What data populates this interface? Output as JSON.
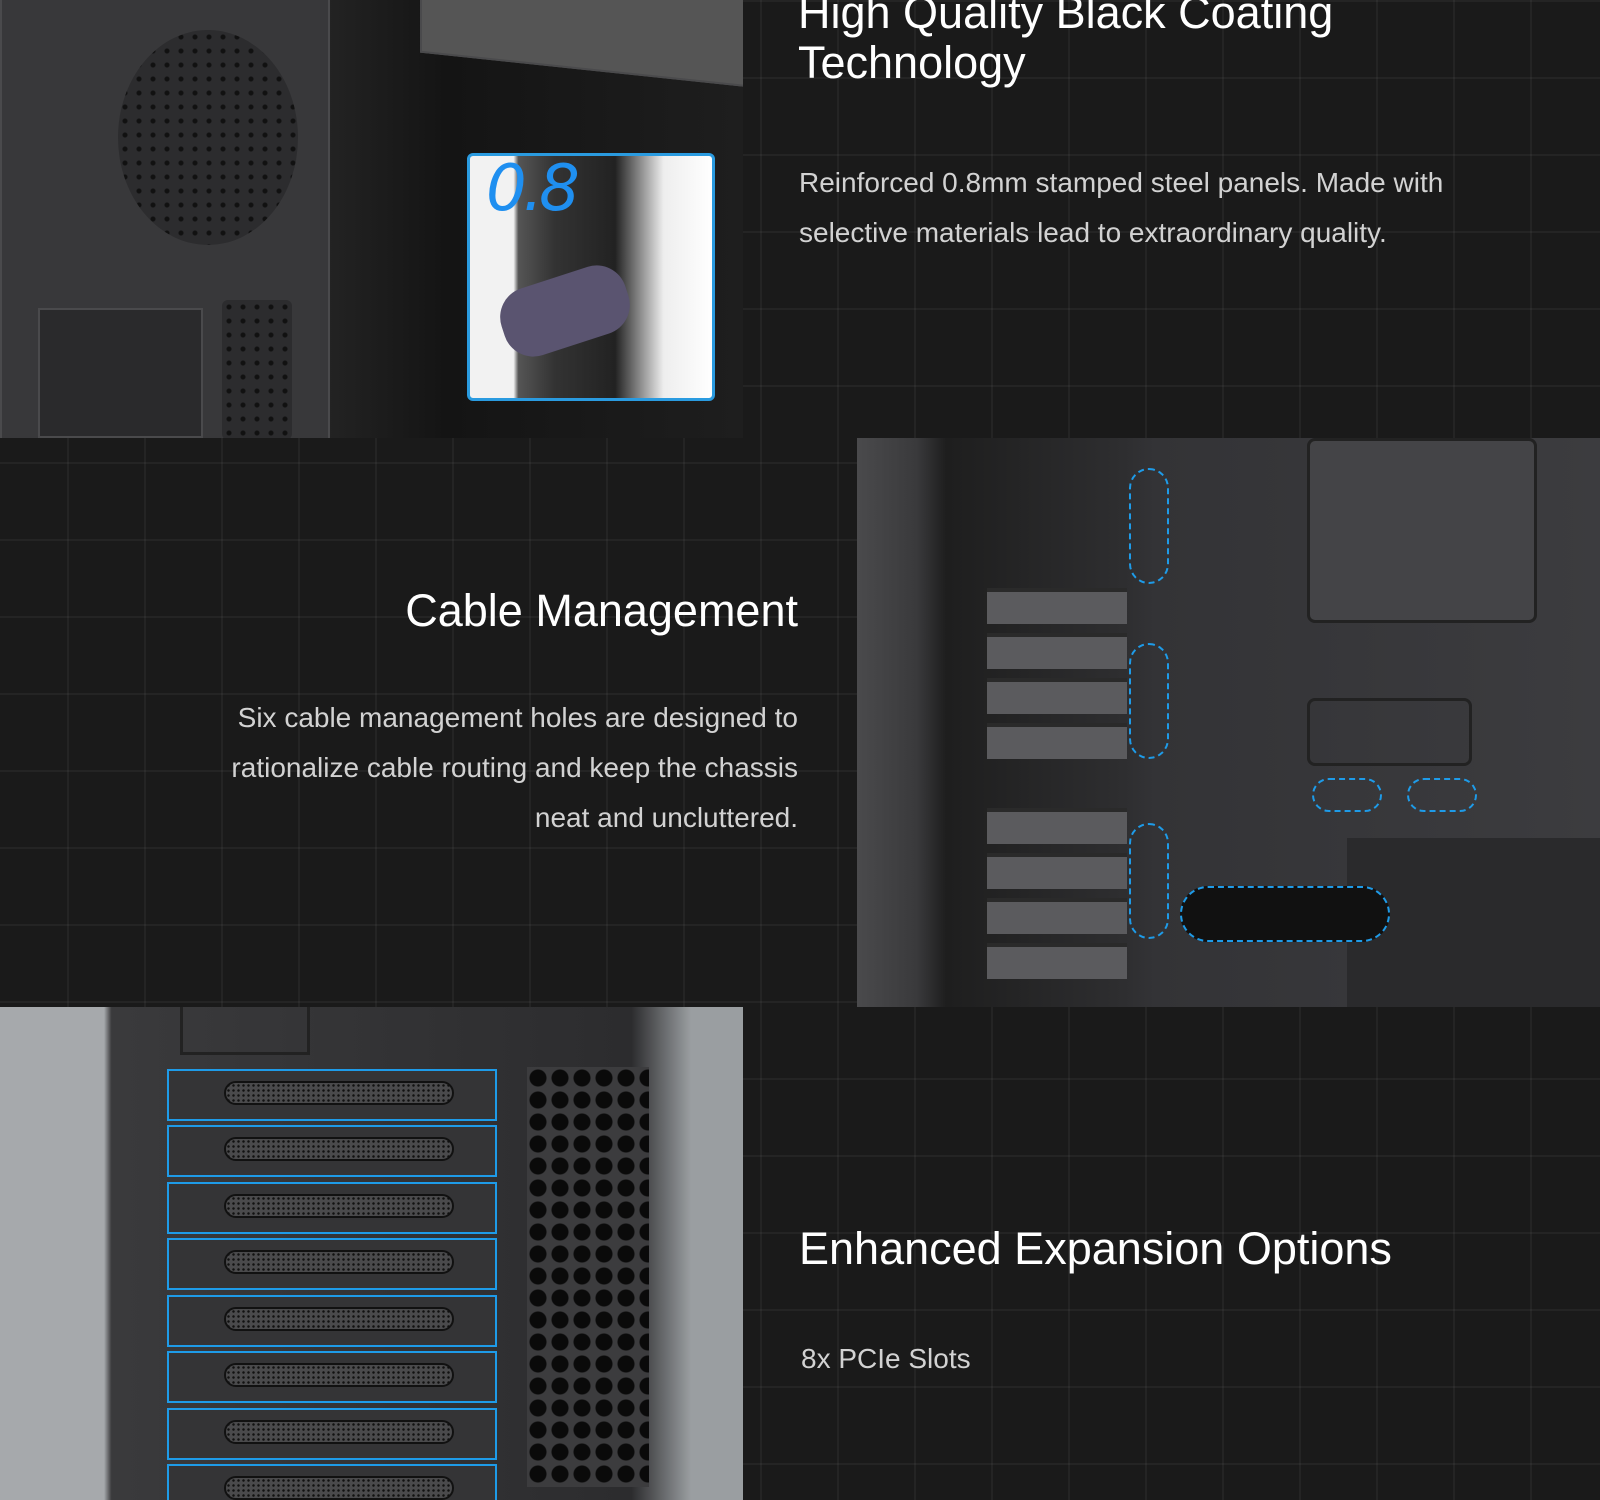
{
  "sections": [
    {
      "title_line1": "High Quality Black Coating",
      "title_line2": "Technology",
      "body": "Reinforced 0.8mm stamped steel panels. Made with selective materials lead to extraordinary quality.",
      "image_badge": "0.8"
    },
    {
      "title": "Cable Management",
      "body_lines": [
        "Six cable management holes are designed to",
        "rationalize cable routing and keep the chassis",
        "neat and uncluttered."
      ]
    },
    {
      "title": "Enhanced Expansion Options",
      "body": "8x PCIe Slots"
    }
  ],
  "colors": {
    "background": "#1a1a1a",
    "accent": "#1e9be8"
  }
}
